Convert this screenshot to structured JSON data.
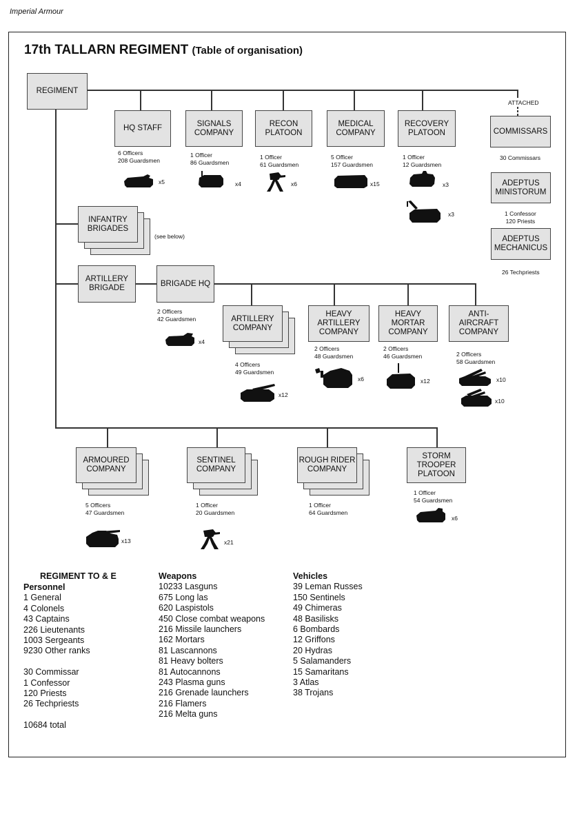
{
  "header": "Imperial Armour",
  "title": "17th TALLARN REGIMENT",
  "subtitle": "(Table of organisation)",
  "units": {
    "regiment": "REGIMENT",
    "hq_staff": {
      "label": "HQ STAFF",
      "note": [
        "6 Officers",
        "208 Guardsmen"
      ],
      "mult": "x5"
    },
    "signals": {
      "label": "SIGNALS COMPANY",
      "note": [
        "1 Officer",
        "86 Guardsmen"
      ],
      "mult": "x4"
    },
    "recon": {
      "label": "RECON PLATOON",
      "note": [
        "1 Officer",
        "61 Guardsmen"
      ],
      "mult": "x6"
    },
    "medical": {
      "label": "MEDICAL COMPANY",
      "note": [
        "5 Officer",
        "157 Guardsmen"
      ],
      "mult": "x15"
    },
    "recovery": {
      "label": "RECOVERY PLATOON",
      "note": [
        "1 Officer",
        "12 Guardsmen"
      ],
      "mult": "x3",
      "mult2": "x3"
    },
    "attached_label": "ATTACHED",
    "commissars": {
      "label": "COMMISSARS",
      "note": [
        "30 Commissars"
      ]
    },
    "ministorum": {
      "label": "ADEPTUS MINISTORUM",
      "note": [
        "1 Confessor",
        "120 Priests"
      ]
    },
    "mechanicus": {
      "label": "ADEPTUS MECHANICUS",
      "note": [
        "26 Techpriests"
      ]
    },
    "infantry": {
      "label": "INFANTRY BRIGADES",
      "see": "(see below)"
    },
    "artillery_brigade": {
      "label": "ARTILLERY BRIGADE"
    },
    "brigade_hq": {
      "label": "BRIGADE HQ",
      "note": [
        "2 Officers",
        "42 Guardsmen"
      ],
      "mult": "x4"
    },
    "artillery_co": {
      "label": "ARTILLERY COMPANY",
      "note": [
        "4 Officers",
        "49 Guardsmen"
      ],
      "mult": "x12"
    },
    "heavy_artillery": {
      "label": "HEAVY ARTILLERY COMPANY",
      "note": [
        "2 Officers",
        "48 Guardsmen"
      ],
      "mult": "x6"
    },
    "heavy_mortar": {
      "label": "HEAVY MORTAR COMPANY",
      "note": [
        "2 Officers",
        "46 Guardsmen"
      ],
      "mult": "x12"
    },
    "anti_aircraft": {
      "label": "ANTI- AIRCRAFT COMPANY",
      "note": [
        "2 Officers",
        "58 Guardsmen"
      ],
      "mult": "x10",
      "mult2": "x10"
    },
    "armoured": {
      "label": "ARMOURED COMPANY",
      "note": [
        "5 Officers",
        "47 Guardsmen"
      ],
      "mult": "x13"
    },
    "sentinel": {
      "label": "SENTINEL COMPANY",
      "note": [
        "1 Officer",
        "20 Guardsmen"
      ],
      "mult": "x21"
    },
    "rough_rider": {
      "label": "ROUGH RIDER COMPANY",
      "note": [
        "1 Officer",
        "64 Guardsmen"
      ]
    },
    "storm_trooper": {
      "label": "STORM TROOPER PLATOON",
      "note": [
        "1 Officer",
        "54 Guardsmen"
      ],
      "mult": "x6"
    }
  },
  "toe": {
    "heading": "REGIMENT TO & E",
    "personnel": {
      "heading": "Personnel",
      "items": [
        "1 General",
        "4 Colonels",
        "43 Captains",
        "226 Lieutenants",
        "1003 Sergeants",
        "9230 Other ranks",
        "",
        "30 Commissar",
        "1 Confessor",
        "120 Priests",
        "26 Techpriests",
        "",
        "10684 total"
      ]
    },
    "weapons": {
      "heading": "Weapons",
      "items": [
        "10233 Lasguns",
        "675 Long las",
        "620 Laspistols",
        "450 Close combat weapons",
        "216 Missile launchers",
        "162 Mortars",
        "81 Lascannons",
        "81 Heavy bolters",
        "81 Autocannons",
        "243 Plasma guns",
        "216 Grenade launchers",
        "216 Flamers",
        "216 Melta guns"
      ]
    },
    "vehicles": {
      "heading": "Vehicles",
      "items": [
        "39 Leman Russes",
        "150 Sentinels",
        "49 Chimeras",
        "48 Basilisks",
        "6 Bombards",
        "12 Griffons",
        "20 Hydras",
        "5 Salamanders",
        "15 Samaritans",
        "3 Atlas",
        "38 Trojans"
      ]
    }
  }
}
